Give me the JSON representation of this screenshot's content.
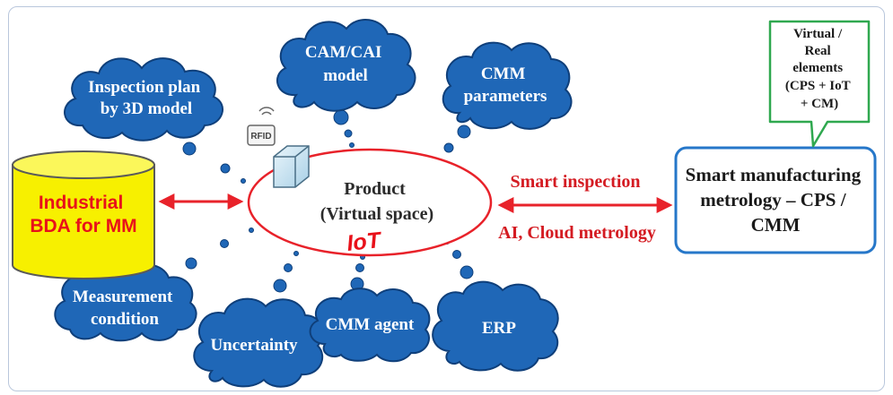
{
  "bda_box": {
    "lines": [
      "Industrial",
      "BDA for MM"
    ]
  },
  "product": {
    "lines": [
      "Product",
      "(Virtual space)"
    ],
    "tag": "IoT"
  },
  "rfid_label": "RFID",
  "clouds": {
    "inspection_plan": [
      "Inspection plan",
      "by 3D model"
    ],
    "cam_cai": [
      "CAM/CAI",
      "model"
    ],
    "cmm_params": [
      "CMM",
      "parameters"
    ],
    "measurement": [
      "Measurement",
      "condition"
    ],
    "uncertainty": [
      "Uncertainty"
    ],
    "cmm_agent": [
      "CMM agent"
    ],
    "erp": [
      "ERP"
    ]
  },
  "links": {
    "top": "Smart inspection",
    "bottom": "AI, Cloud metrology"
  },
  "smm_box": {
    "lines": [
      "Smart manufacturing",
      "metrology – CPS /",
      "CMM"
    ]
  },
  "callout": {
    "lines": [
      "Virtual /",
      "Real",
      "elements",
      "(CPS + IoT",
      "+ CM)"
    ]
  },
  "colors": {
    "cloud": "#1f67b7",
    "cloud_edge": "#0f3f7a",
    "cylinder": "#f7f000",
    "arrow": "#e8222a",
    "callout_border": "#2fa84f",
    "smm_border": "#2677c9"
  }
}
